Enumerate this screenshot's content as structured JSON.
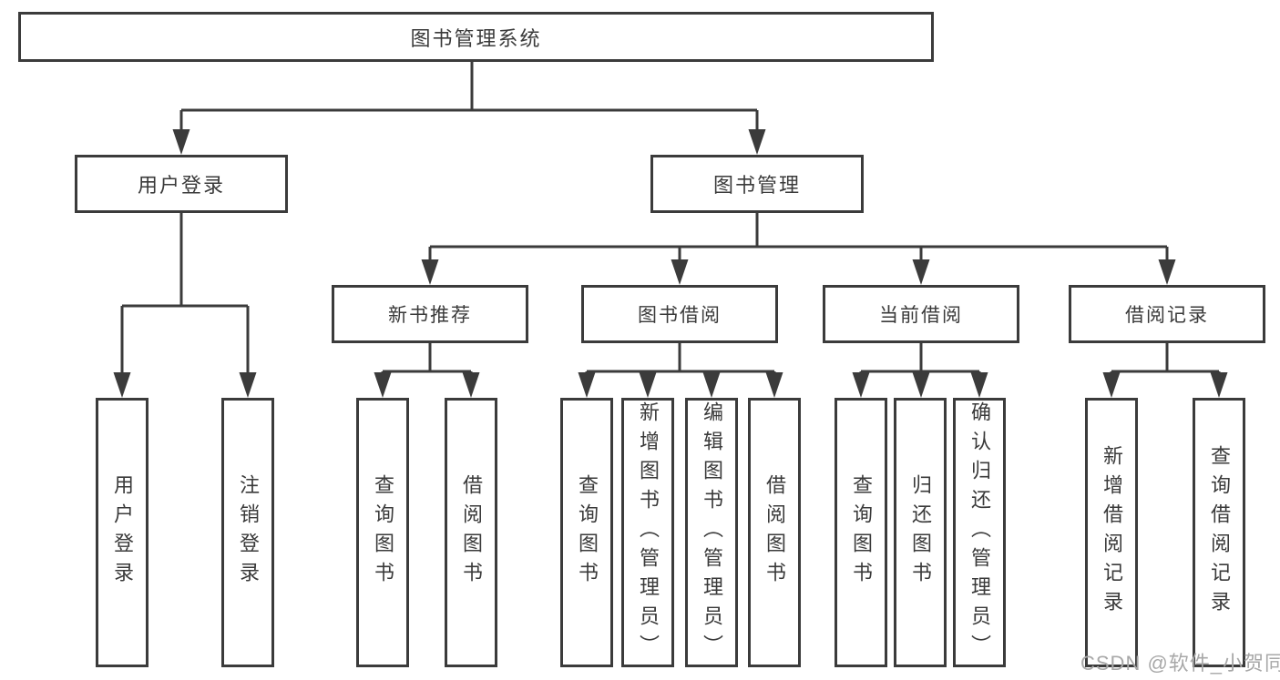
{
  "diagram": {
    "root": {
      "label": "图书管理系统"
    },
    "level1": [
      {
        "label": "用户登录"
      },
      {
        "label": "图书管理"
      }
    ],
    "level2": [
      {
        "label": "新书推荐"
      },
      {
        "label": "图书借阅"
      },
      {
        "label": "当前借阅"
      },
      {
        "label": "借阅记录"
      }
    ],
    "leaves": {
      "user_login": [
        "用户登录",
        "注销登录"
      ],
      "new_books": [
        "查询图书",
        "借阅图书"
      ],
      "borrow": [
        "查询图书",
        "新增图书（管理员）",
        "编辑图书（管理员）",
        "借阅图书"
      ],
      "current": [
        "查询图书",
        "归还图书",
        "确认归还（管理员）"
      ],
      "records": [
        "新增借阅记录",
        "查询借阅记录"
      ]
    },
    "colors": {
      "line": "#3b3b3b",
      "text": "#3a3a3a",
      "background": "#ffffff"
    }
  },
  "watermark": {
    "text": "CSDN @软件_小贺同学",
    "color": "#a8a8a8"
  }
}
